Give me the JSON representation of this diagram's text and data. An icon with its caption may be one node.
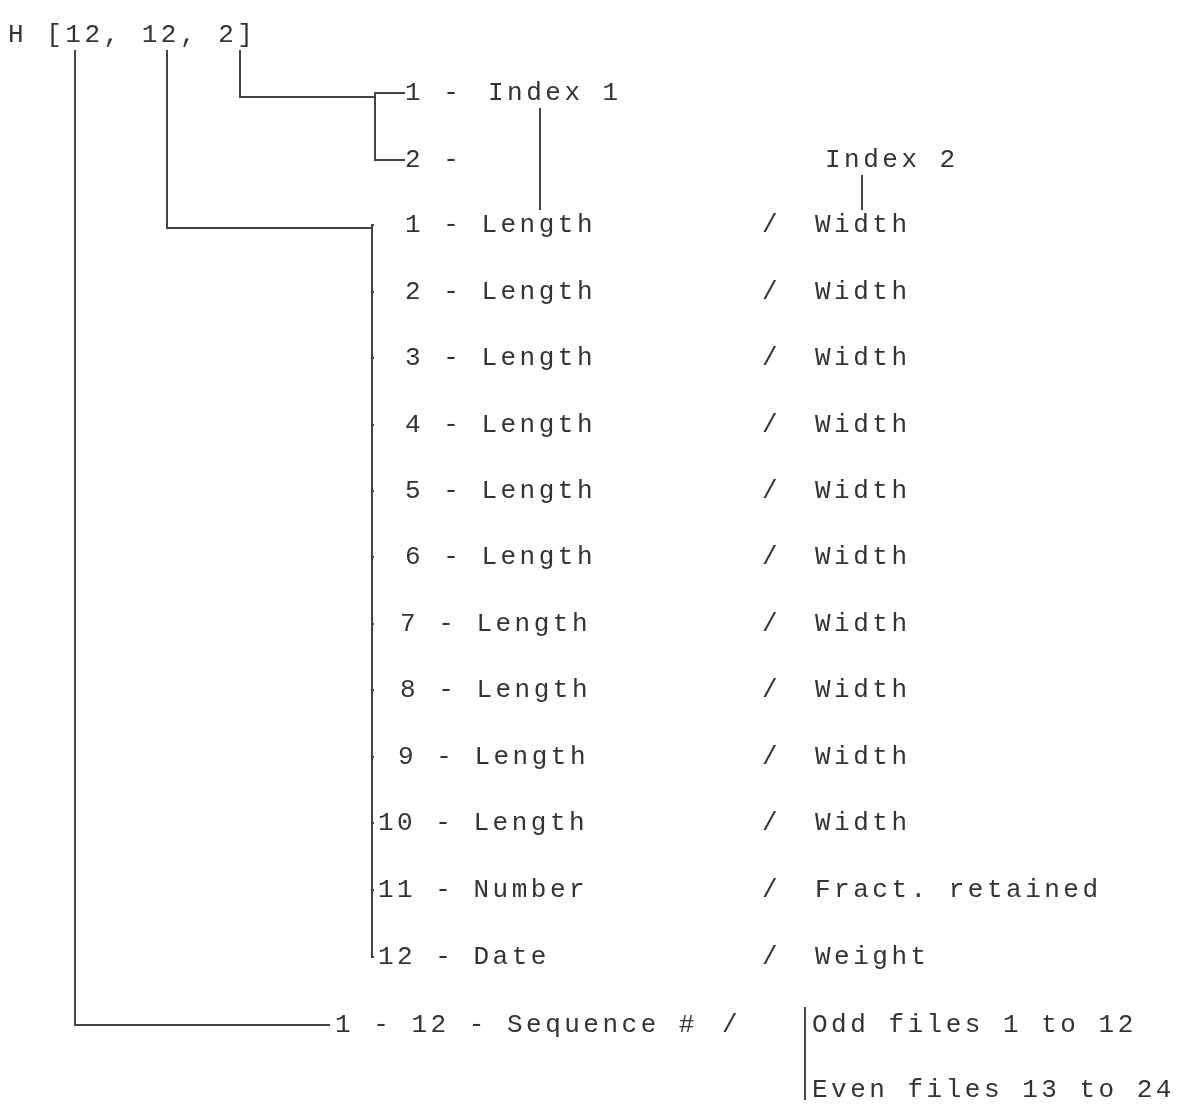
{
  "diagram": {
    "nodes": [
      {
        "text": [
          "H [12, 12, 2]"
        ]
      },
      {
        "text": [
          "1 -"
        ]
      },
      {
        "text": [
          "Index 1"
        ]
      },
      {
        "text": [
          "2 -"
        ]
      },
      {
        "text": [
          "Index 2"
        ]
      },
      {
        "text": [
          "1 - Length",
          "/",
          "Width"
        ]
      },
      {
        "text": [
          "2 - Length",
          "/",
          "Width"
        ]
      },
      {
        "text": [
          "3 - Length",
          "/",
          "Width"
        ]
      },
      {
        "text": [
          "4 - Length",
          "/",
          "Width"
        ]
      },
      {
        "text": [
          "5 - Length",
          "/",
          "Width"
        ]
      },
      {
        "text": [
          "6 - Length",
          "/",
          "Width"
        ]
      },
      {
        "text": [
          "7 - Length",
          "/",
          "Width"
        ]
      },
      {
        "text": [
          "8 - Length",
          "/",
          "Width"
        ]
      },
      {
        "text": [
          "9 - Length",
          "/",
          "Width"
        ]
      },
      {
        "text": [
          "10 - Length",
          "/",
          "Width"
        ]
      },
      {
        "text": [
          "11 - Number",
          "/",
          "Fract. retained"
        ]
      },
      {
        "text": [
          "12 - Date",
          "/",
          "Weight"
        ]
      },
      {
        "text": [
          "1 - 12 - Sequence #",
          "/"
        ]
      }
    ],
    "edges": [
      {
        "from": 0,
        "to": 1,
        "arrow": "none"
      },
      {
        "from": 0,
        "to": 3,
        "arrow": "none"
      },
      {
        "from": 0,
        "to": 5,
        "arrow": "none"
      },
      {
        "from": 0,
        "to": 6,
        "arrow": "none"
      },
      {
        "from": 0,
        "to": 7,
        "arrow": "none"
      },
      {
        "from": 0,
        "to": 8,
        "arrow": "none"
      },
      {
        "from": 0,
        "to": 9,
        "arrow": "none"
      },
      {
        "from": 0,
        "to": 10,
        "arrow": "none"
      },
      {
        "from": 0,
        "to": 11,
        "arrow": "none"
      },
      {
        "from": 0,
        "to": 12,
        "arrow": "none"
      },
      {
        "from": 0,
        "to": 13,
        "arrow": "none"
      },
      {
        "from": 0,
        "to": 14,
        "arrow": "none"
      },
      {
        "from": 0,
        "to": 15,
        "arrow": "none"
      },
      {
        "from": 0,
        "to": 16,
        "arrow": "none"
      },
      {
        "from": 0,
        "to": 17,
        "arrow": "none"
      },
      {
        "from": 2,
        "to": 5,
        "arrow": "none"
      },
      {
        "from": 4,
        "to": 5,
        "arrow": "none"
      }
    ],
    "labels": [
      "Odd files 1 to 12",
      "Even files 13 to 24"
    ]
  }
}
